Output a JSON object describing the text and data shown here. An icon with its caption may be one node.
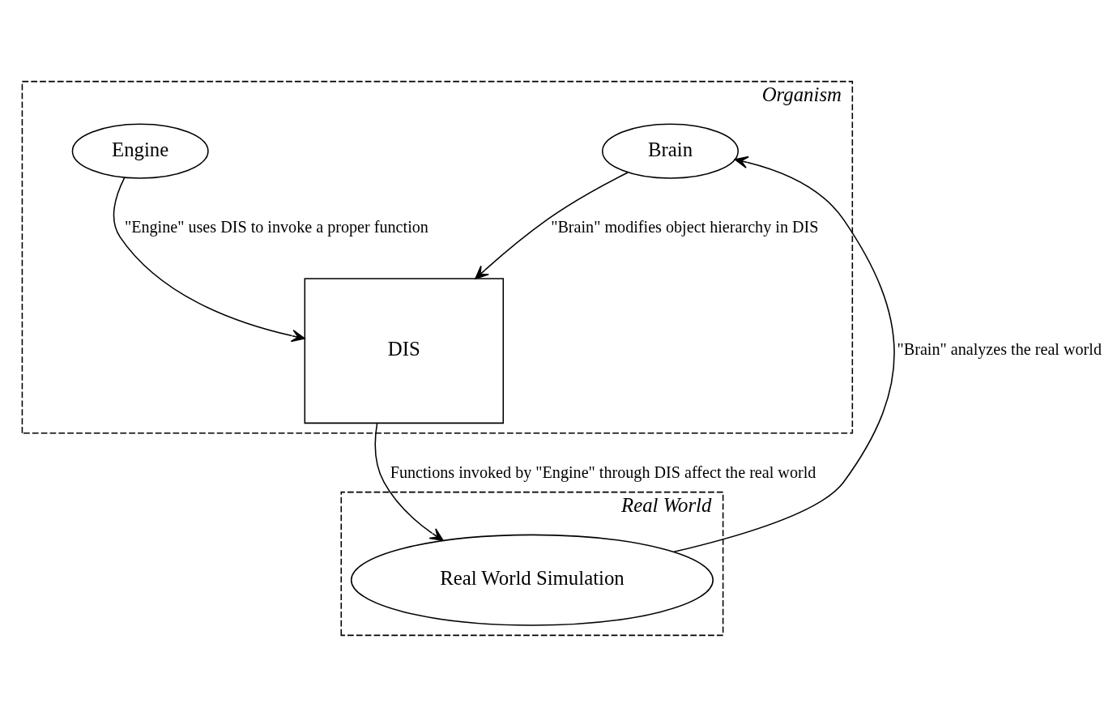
{
  "diagram": {
    "nodes": [
      {
        "text": [
          "Organism"
        ]
      },
      {
        "text": [
          "DIS"
        ],
        "in": 0
      },
      {
        "text": [
          "Brain"
        ],
        "in": 0
      },
      {
        "text": [
          "Engine"
        ],
        "in": 0
      },
      {
        "text": [
          "Real World"
        ]
      },
      {
        "text": [
          "Real World Simulation"
        ],
        "in": 4
      }
    ],
    "edges": [
      {
        "from": 2,
        "to": 1,
        "arrow": "to",
        "label": "\"Brain\" modifies object hierarchy in DIS"
      },
      {
        "from": 3,
        "to": 1,
        "arrow": "to",
        "label": "\"Engine\" uses DIS to invoke a proper function"
      },
      {
        "from": 1,
        "to": 5,
        "arrow": "to",
        "label": "Functions invoked by \"Engine\" through DIS affect the real world"
      },
      {
        "from": 5,
        "to": 2,
        "arrow": "to",
        "label": "\"Brain\" analyzes the real world"
      }
    ]
  }
}
